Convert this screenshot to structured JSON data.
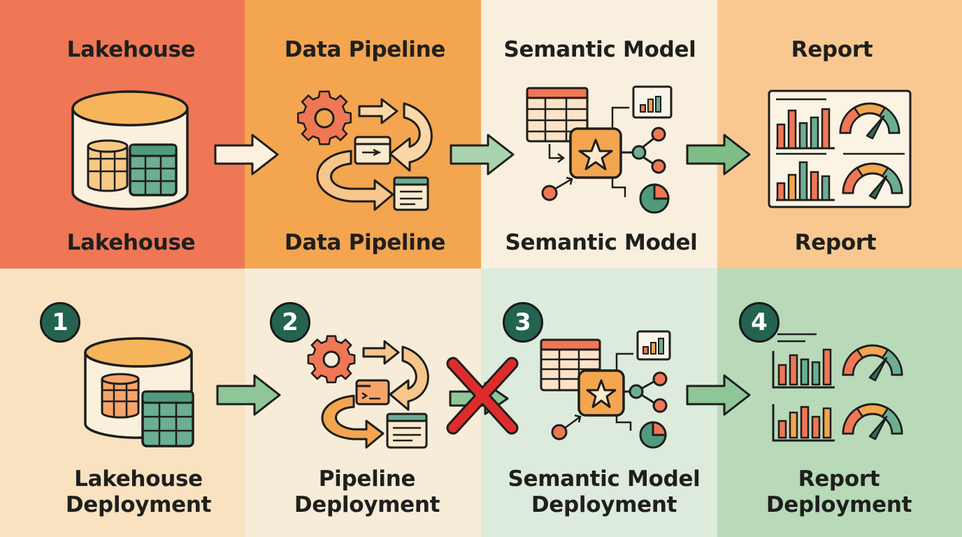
{
  "colors": {
    "lakehouse_top": "#ef7756",
    "pipeline_top": "#f3a54f",
    "semantic_top": "#f8efde",
    "report_top": "#f8c890",
    "lakehouse_bottom": "#f8e2c0",
    "pipeline_bottom": "#f7ecd8",
    "semantic_bottom": "#dcebdc",
    "report_bottom": "#b8dab9",
    "badge": "#23634f",
    "arrow_green": "#9fd0a6",
    "cross_red": "#de2c2c"
  },
  "top_row": [
    {
      "title": "Lakehouse",
      "caption": "Lakehouse",
      "icon": "database-icon"
    },
    {
      "title": "Data Pipeline",
      "caption": "Data Pipeline",
      "icon": "pipeline-icon"
    },
    {
      "title": "Semantic Model",
      "caption": "Semantic Model",
      "icon": "semantic-model-icon"
    },
    {
      "title": "Report",
      "caption": "Report",
      "icon": "report-dashboard-icon"
    }
  ],
  "bottom_row": [
    {
      "step": "1",
      "line1": "Lakehouse",
      "line2": "Deployment",
      "icon": "database-icon"
    },
    {
      "step": "2",
      "line1": "Pipeline",
      "line2": "Deployment",
      "icon": "pipeline-icon"
    },
    {
      "step": "3",
      "line1": "Semantic Model",
      "line2": "Deployment",
      "icon": "semantic-model-icon"
    },
    {
      "step": "4",
      "line1": "Report",
      "line2": "Deployment",
      "icon": "report-dashboard-icon"
    }
  ],
  "connectors": {
    "top": [
      "arrow-right-icon",
      "arrow-right-icon",
      "arrow-right-icon"
    ],
    "bottom": [
      "arrow-right-icon",
      "failed-cross-icon",
      "arrow-right-icon"
    ]
  }
}
